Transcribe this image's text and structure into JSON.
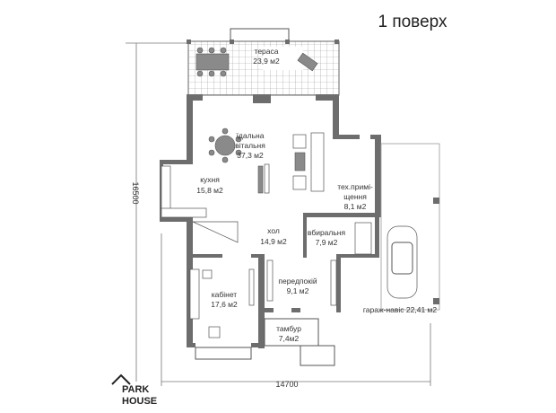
{
  "title": "1 поверх",
  "rooms": {
    "terrace": {
      "name": "тераса",
      "area": "23,9 м2"
    },
    "living": {
      "name1": "їдальна",
      "name2": "вітальня",
      "area": "37,3 м2"
    },
    "kitchen": {
      "name": "кухня",
      "area": "15,8 м2"
    },
    "tech": {
      "name1": "тех.примі-",
      "name2": "щення",
      "area": "8,1 м2"
    },
    "hall": {
      "name": "хол",
      "area": "14,9 м2"
    },
    "wc": {
      "name": "вбиральня",
      "area": "7,9 м2"
    },
    "study": {
      "name": "кабінет",
      "area": "17,6 м2"
    },
    "lobby": {
      "name": "передпокій",
      "area": "9,1 м2"
    },
    "garage": {
      "label": "гараж-навіс 22,41 м2"
    },
    "vestibule": {
      "name": "тамбур",
      "area": "7,4м2"
    }
  },
  "dimensions": {
    "height": "16500",
    "width": "14700"
  },
  "logo": {
    "line1": "PARK",
    "line2": "HOUSE"
  }
}
